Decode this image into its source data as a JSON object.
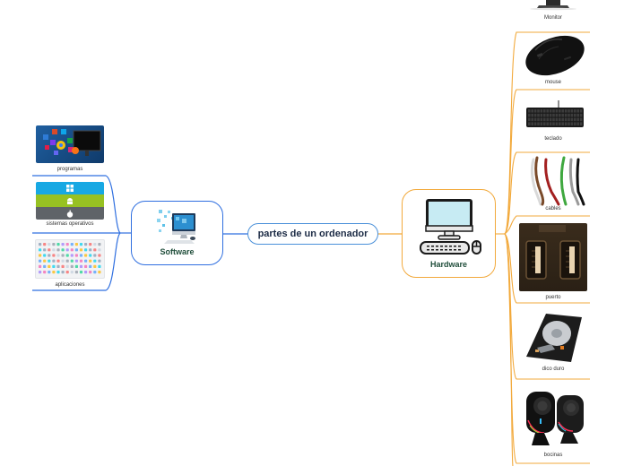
{
  "central": {
    "label": "partes de un ordenador"
  },
  "software": {
    "label": "Software",
    "icon": "computer-software-icon",
    "color": "#2f6fe0",
    "children": [
      {
        "label": "programas",
        "icon": "programs-collage-image"
      },
      {
        "label": "sistemas operativos",
        "icon": "os-logos-image"
      },
      {
        "label": "aplicaciones",
        "icon": "app-icons-grid-image"
      }
    ]
  },
  "hardware": {
    "label": "Hardware",
    "icon": "desktop-computer-icon",
    "color": "#f2a93b",
    "children": [
      {
        "label": "Monitor",
        "icon": "monitor-image"
      },
      {
        "label": "mouse",
        "icon": "mouse-image"
      },
      {
        "label": "teclado",
        "icon": "keyboard-image"
      },
      {
        "label": "cables",
        "icon": "cables-image"
      },
      {
        "label": "puerto",
        "icon": "usb-port-image"
      },
      {
        "label": "dico duro",
        "icon": "hard-disk-image"
      },
      {
        "label": "bocinas",
        "icon": "speakers-image"
      }
    ]
  }
}
